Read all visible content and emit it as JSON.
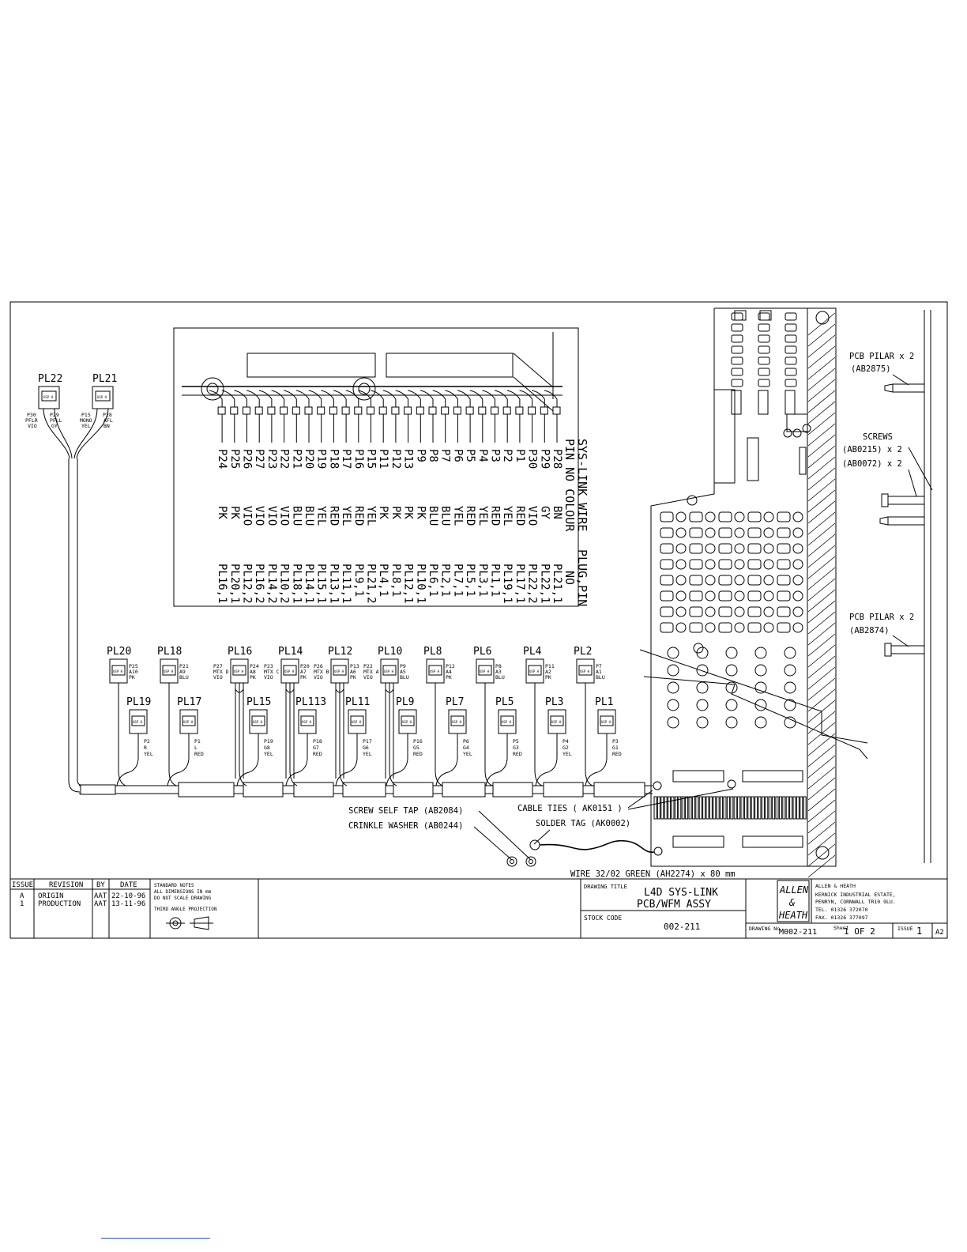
{
  "pin_table": {
    "header_1": "SYS-LINK WIRE",
    "header_2": "PIN NO COLOUR",
    "header_3": "PLUG,PIN",
    "header_4": "NO",
    "rows": [
      {
        "pin": "P28",
        "colour": "BN",
        "plug": "PL21,1"
      },
      {
        "pin": "P29",
        "colour": "GY",
        "plug": "PL22,1"
      },
      {
        "pin": "P30",
        "colour": "VIO",
        "plug": "PL22,2"
      },
      {
        "pin": "P1",
        "colour": "RED",
        "plug": "PL17,1"
      },
      {
        "pin": "P2",
        "colour": "YEL",
        "plug": "PL19,1"
      },
      {
        "pin": "P3",
        "colour": "RED",
        "plug": "PL1,1"
      },
      {
        "pin": "P4",
        "colour": "YEL",
        "plug": "PL3,1"
      },
      {
        "pin": "P5",
        "colour": "RED",
        "plug": "PL5,1"
      },
      {
        "pin": "P6",
        "colour": "YEL",
        "plug": "PL7,1"
      },
      {
        "pin": "P7",
        "colour": "BLU",
        "plug": "PL2,1"
      },
      {
        "pin": "P8",
        "colour": "BLU",
        "plug": "PL6,1"
      },
      {
        "pin": "P9",
        "colour": "PK",
        "plug": "PL10,1"
      },
      {
        "pin": "P13",
        "colour": "PK",
        "plug": "PL12,1"
      },
      {
        "pin": "P12",
        "colour": "PK",
        "plug": "PL8,1"
      },
      {
        "pin": "P11",
        "colour": "PK",
        "plug": "PL4,1"
      },
      {
        "pin": "P15",
        "colour": "YEL",
        "plug": "PL21,2"
      },
      {
        "pin": "P16",
        "colour": "RED",
        "plug": "PL9,1"
      },
      {
        "pin": "P17",
        "colour": "YEL",
        "plug": "PL11,1"
      },
      {
        "pin": "P18",
        "colour": "RED",
        "plug": "PL13,1"
      },
      {
        "pin": "P19",
        "colour": "YEL",
        "plug": "PL15,1"
      },
      {
        "pin": "P20",
        "colour": "BLU",
        "plug": "PL14,1"
      },
      {
        "pin": "P21",
        "colour": "BLU",
        "plug": "PL18,1"
      },
      {
        "pin": "P22",
        "colour": "VIO",
        "plug": "PL10,2"
      },
      {
        "pin": "P23",
        "colour": "VIO",
        "plug": "PL14,2"
      },
      {
        "pin": "P27",
        "colour": "VIO",
        "plug": "PL16,2"
      },
      {
        "pin": "P26",
        "colour": "VIO",
        "plug": "PL12,2"
      },
      {
        "pin": "P25",
        "colour": "PK",
        "plug": "PL20,1"
      },
      {
        "pin": "P24",
        "colour": "PK",
        "plug": "PL16,1"
      }
    ]
  },
  "top_plugs": [
    {
      "name": "PL22",
      "lines": [
        "P30",
        "PFLR",
        "VIO",
        "P29",
        "PFLL",
        "GY"
      ]
    },
    {
      "name": "PL21",
      "lines": [
        "P15",
        "MONO",
        "YEL",
        "P28",
        "AFL",
        "BN"
      ]
    }
  ],
  "upper_row": [
    {
      "name": "PL20",
      "lines": [
        "P25",
        "A10",
        "PK"
      ],
      "mtx": []
    },
    {
      "name": "PL18",
      "lines": [
        "P21",
        "A9",
        "BLU"
      ],
      "mtx": []
    },
    {
      "name": "PL16",
      "lines": [
        "P24",
        "A8",
        "PK"
      ],
      "mtx": [
        "P27",
        "MTX D",
        "VIO"
      ]
    },
    {
      "name": "PL14",
      "lines": [
        "P20",
        "A7",
        "PK"
      ],
      "mtx": [
        "P23",
        "MTX C",
        "VIO"
      ]
    },
    {
      "name": "PL12",
      "lines": [
        "P13",
        "A6",
        "PK"
      ],
      "mtx": [
        "P26",
        "MTX B",
        "VIO"
      ]
    },
    {
      "name": "PL10",
      "lines": [
        "P9",
        "A5",
        "BLU"
      ],
      "mtx": [
        "P22",
        "MTX A",
        "VIO"
      ]
    },
    {
      "name": "PL8",
      "lines": [
        "P12",
        "A4",
        "PK"
      ],
      "mtx": []
    },
    {
      "name": "PL6",
      "lines": [
        "P8",
        "A3",
        "BLU"
      ],
      "mtx": []
    },
    {
      "name": "PL4",
      "lines": [
        "P11",
        "A2",
        "PK"
      ],
      "mtx": []
    },
    {
      "name": "PL2",
      "lines": [
        "P7",
        "A1",
        "BLU"
      ],
      "mtx": []
    }
  ],
  "lower_row": [
    {
      "name": "PL19",
      "lines": [
        "P2",
        "R",
        "YEL"
      ]
    },
    {
      "name": "PL17",
      "lines": [
        "P1",
        "L",
        "RED"
      ]
    },
    {
      "name": "PL15",
      "lines": [
        "P19",
        "G8",
        "YEL"
      ]
    },
    {
      "name": "PL113",
      "lines": [
        "P18",
        "G7",
        "RED"
      ]
    },
    {
      "name": "PL11",
      "lines": [
        "P17",
        "G6",
        "YEL"
      ]
    },
    {
      "name": "PL9",
      "lines": [
        "P16",
        "G5",
        "RED"
      ]
    },
    {
      "name": "PL7",
      "lines": [
        "P6",
        "G4",
        "YEL"
      ]
    },
    {
      "name": "PL5",
      "lines": [
        "P5",
        "G3",
        "RED"
      ]
    },
    {
      "name": "PL3",
      "lines": [
        "P4",
        "G2",
        "YEL"
      ]
    },
    {
      "name": "PL1",
      "lines": [
        "P3",
        "G1",
        "RED"
      ]
    }
  ],
  "callouts": {
    "pcb_pilar_a": "PCB PILAR x 2",
    "pcb_pilar_a_code": "(AB2875)",
    "screws": "SCREWS",
    "screws_code_1": "(AB0215) x 2",
    "screws_code_2": "(AB0072) x 2",
    "pcb_pilar_b": "PCB PILAR x 2",
    "pcb_pilar_b_code": "(AB2874)",
    "screw_self_tap": "SCREW SELF TAP (AB2084)",
    "crinkle_washer": "CRINKLE WASHER (AB0244)",
    "cable_ties": "CABLE TIES ( AK0151 )",
    "solder_tag": "SOLDER TAG (AK0002)",
    "wire": "WIRE 32/02 GREEN (AH2274) x 80 mm"
  },
  "title_block": {
    "col_issue": "ISSUE",
    "col_revision": "REVISION",
    "col_by": "BY",
    "col_date": "DATE",
    "rev_rows": [
      {
        "issue": "A",
        "revision": "ORIGIN",
        "by": "AAT",
        "date": "22-10-96"
      },
      {
        "issue": "1",
        "revision": "PRODUCTION",
        "by": "AAT",
        "date": "13-11-96"
      }
    ],
    "notes_title": "STANDARD NOTES",
    "notes_1": "ALL DIMENSIONS IN mm",
    "notes_2": "DO NOT SCALE DRAWING",
    "projection": "THIRD ANGLE PROJECTION",
    "drawing_title_label": "DRAWING TITLE",
    "title_line_1": "L4D SYS-LINK",
    "title_line_2": "PCB/WFM ASSY",
    "stock_code_label": "STOCK CODE",
    "stock_code": "002-211",
    "logo_1": "ALLEN",
    "logo_2": "&",
    "logo_3": "HEATH",
    "company": "ALLEN & HEATH",
    "addr_1": "KERNICK INDUSTRIAL ESTATE,",
    "addr_2": "PENRYN, CORNWALL TR10 9LU.",
    "tel": "TEL. 01326 372070",
    "fax": "FAX. 01326 377097",
    "drawing_no_label": "DRAWING No",
    "drawing_no": "M002-211",
    "sheet_label": "Sheet",
    "sheet": "1 OF 2",
    "issue_label": "ISSUE",
    "issue": "1",
    "size": "A2"
  },
  "connector_tag": "USP H"
}
